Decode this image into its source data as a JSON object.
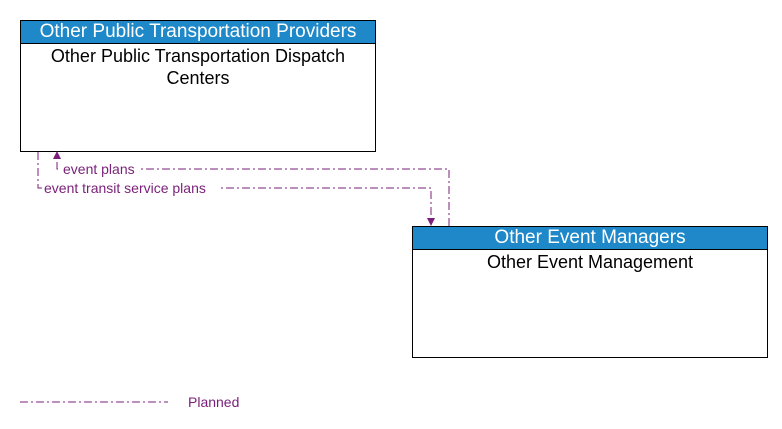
{
  "nodes": {
    "a": {
      "header": "Other Public Transportation Providers",
      "body": "Other Public Transportation Dispatch Centers"
    },
    "b": {
      "header": "Other Event Managers",
      "body": "Other Event Management"
    }
  },
  "flows": [
    {
      "label": "event plans",
      "from": "b",
      "to": "a",
      "status": "Planned"
    },
    {
      "label": "event transit service plans",
      "from": "a",
      "to": "b",
      "status": "Planned"
    }
  ],
  "legend": {
    "label": "Planned"
  },
  "colors": {
    "header_bg": "#1e88c8",
    "flow_planned": "#7a1f7a"
  }
}
